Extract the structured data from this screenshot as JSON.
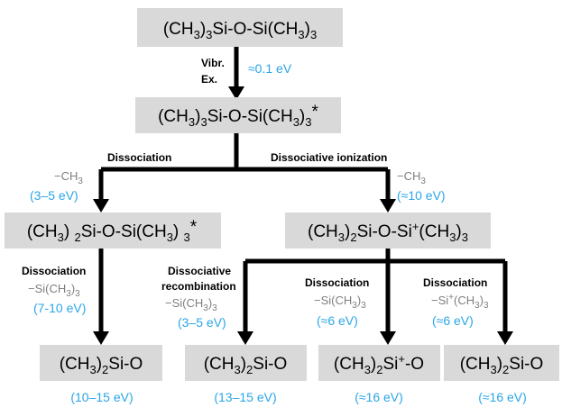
{
  "nodes": {
    "parent": [
      "(CH",
      "3",
      ")",
      "3",
      "Si-O-Si(CH",
      "3",
      ")",
      "3"
    ],
    "excited": [
      "(CH",
      "3",
      ")",
      "3",
      "Si-O-Si(CH",
      "3",
      ")",
      "3",
      "*"
    ],
    "left_mid": [
      "(CH",
      "3",
      ") ",
      "2",
      "Si-O-Si(CH",
      "3",
      ") ",
      "3",
      "*"
    ],
    "right_mid": [
      "(CH",
      "3",
      ")",
      "2",
      "Si-O-Si",
      "+",
      "(CH",
      "3",
      ")",
      "3"
    ],
    "p1": [
      "(CH",
      "3",
      ")",
      "2",
      "Si-O"
    ],
    "p2": [
      "(CH",
      "3",
      ")",
      "2",
      "Si-O"
    ],
    "p3": [
      "(CH",
      "3",
      ")",
      "2",
      "Si",
      "+",
      "-O"
    ],
    "p4": [
      "(CH",
      "3",
      ")",
      "2",
      "Si-O"
    ]
  },
  "labels": {
    "vibr_line1": "Vibr.",
    "vibr_line2": "Ex.",
    "dissociation_main": "Dissociation",
    "dissociative_ionization": "Dissociative ionization",
    "dissociation_left": "Dissociation",
    "dissociative": "Dissociative",
    "recombination": "recombination",
    "dissociation_r1": "Dissociation",
    "dissociation_r2": "Dissociation"
  },
  "losses": {
    "ch3_left": [
      "−CH",
      "3"
    ],
    "ch3_right": [
      "−CH",
      "3"
    ],
    "si_left": [
      "−Si(CH",
      "3",
      ")",
      "3"
    ],
    "si_recomb": [
      "−Si(CH",
      "3",
      ")",
      "3"
    ],
    "si_r1": [
      "−Si(CH",
      "3",
      ")",
      "3"
    ],
    "si_r2": [
      "−Si",
      "+",
      "(CH",
      "3",
      ")",
      "3"
    ]
  },
  "energies": {
    "vibr": "≈0.1 eV",
    "ch3_left": "(3–5 eV)",
    "ch3_right": "(≈10 eV)",
    "left_diss": "(7-10 eV)",
    "recomb": "(3–5 eV)",
    "r1": "(≈6 eV)",
    "r2": "(≈6 eV)",
    "p1": "(10–15 eV)",
    "p2": "(13–15 eV)",
    "p3": "(≈16 eV)",
    "p4": "(≈16 eV)"
  }
}
